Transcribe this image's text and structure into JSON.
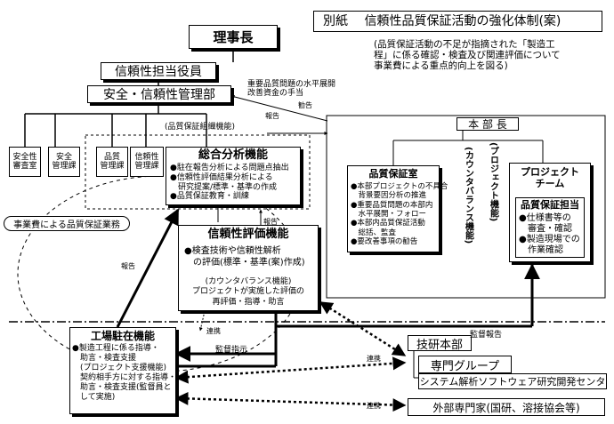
{
  "title": "別紙　 信頼性品質保証活動の強化体制(案)",
  "note": "(品質保証活動の不足が指摘された「製造工\n程」に係る確認・検査及び関連評価について\n事業費による重点的向上を図る)",
  "board_chairman": "理事長",
  "reliability_officer": "信頼性担当役員",
  "safety_reliability_dept": "安全・信頼性管理部",
  "funding_note": "重要品質問題の水平展開\n改善資金の手当",
  "quality_function_label": "(品質保証組織機能)",
  "sections": [
    "安全性\n審査室",
    "安全\n管理課",
    "品質\n管理課",
    "信頼性\n管理課"
  ],
  "analysis": {
    "title": "総合分析機能",
    "items": "●駐在報告分析による問題点抽出\n●信頼性評価結果分析による\n　研究提案/標準・基準の作成\n●品質保証教育・訓練"
  },
  "business_funded_label": "事業費による品質保証業務",
  "evaluation": {
    "title": "信頼性評価機能",
    "items": "●検査技術や信頼性解析\n　の評価(標準・基準(案)作成)",
    "sub": "(カウンタバランス機能)\nプロジェクトが実施した評価の\n再評価・指導・助言"
  },
  "hq_director": "本 部 長",
  "qa_office": {
    "title": "品質保証室",
    "items": "●本部プロジェクトの不具合\n　背景要因分析の推進\n●重要品質問題の本部内\n　水平展開・フォロー\n●本部内品質保証活動\n　総括、監査\n●要改善事項の勧告"
  },
  "counter_balance_label": "(カウンタバランス機能)",
  "project_direction_label": "(プロジェクト機能)",
  "project_team": {
    "title": "プロジェクト\nチーム",
    "qa_title": "品質保証担当",
    "items": "●仕様書等の\n　審査・確認\n●製造現場での\n　作業確認"
  },
  "factory": {
    "title": "工場駐在機能",
    "items": "●製造工程に係る指導・\n　助言・検査支援\n　(プロジェクト支援機能)\n　契約相手方に対する指導・\n　助言・検査支援(監督員と\n　して実施)"
  },
  "tech_hq": "技研本部",
  "expert_group": "専門グループ",
  "research_center": "システム解析ソフトウェア研究開発センタ",
  "external_experts": "外部専門家(国研、溶接協会等)",
  "arrow_labels": {
    "report1": "報告",
    "recommend": "勧告",
    "report2": "報告",
    "report3": "報告",
    "cooperate1": "連携",
    "supervise_instruct": "監督指示",
    "supervise_report": "監督報告",
    "cooperate2": "連携",
    "cooperate3": "連携"
  }
}
